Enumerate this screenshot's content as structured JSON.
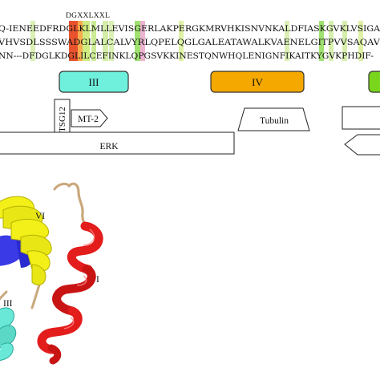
{
  "motif": "DGXXLXXL",
  "sequence_rows": [
    "Q-IENEEDFRDGLKLMLLEVISGERLAKPERGKMRVHKISNVNKALDFIASKGVKLVSIGA",
    "VHVSDLSSSWADGLALCALVYRLQPELQGLGALEATAWALKVAENELGITPVVSAQAV",
    "NN---DFDGLKDGLILCEFINKLQPGSVKKINESTQNWHQLENIGNFIKAITKYGVKPHDIF-"
  ],
  "helix_labels": {
    "iii": "III",
    "iv": "IV"
  },
  "helix_colors": {
    "iii": "#6ff0dc",
    "iv": "#f5a800",
    "v": "#79d61c"
  },
  "binding_labels": {
    "tsg12": "TSG12",
    "mt2": "MT-2",
    "tubulin": "Tubulin",
    "erk": "ERK"
  },
  "structure_labels": {
    "vi": "VI",
    "i": "I",
    "iii": "III"
  },
  "structure_colors": {
    "yellow": "#f2f018",
    "red": "#e31c1c",
    "blue": "#3a3ae6",
    "cyan": "#69e8d8",
    "tan": "#c9a87c"
  }
}
